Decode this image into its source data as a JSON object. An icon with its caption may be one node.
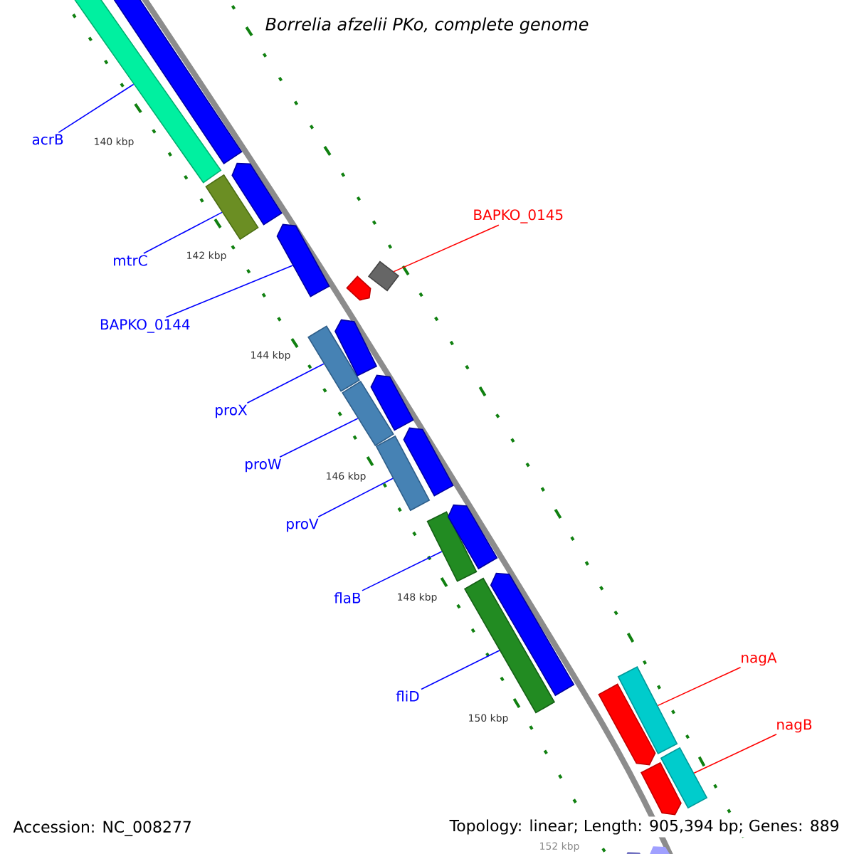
{
  "diagram": {
    "title": "Borrelia afzelii PKo, complete genome",
    "nodes": [
      {
        "text": [
          "acrB"
        ]
      },
      {
        "text": [
          "mtrC"
        ]
      },
      {
        "text": [
          "BAPKO_0144"
        ]
      },
      {
        "text": [
          "proX"
        ]
      },
      {
        "text": [
          "proW"
        ]
      },
      {
        "text": [
          "proV"
        ]
      },
      {
        "text": [
          "flaB"
        ]
      },
      {
        "text": [
          "fliD"
        ]
      },
      {
        "text": [
          "BAPKO_0145"
        ]
      },
      {
        "text": [
          "nagA"
        ]
      },
      {
        "text": [
          "nagB"
        ]
      },
      {
        "text": [],
        "shape": "bar"
      },
      {
        "text": [],
        "shape": "bar"
      },
      {
        "text": [],
        "shape": "bar"
      },
      {
        "text": [],
        "shape": "bar"
      },
      {
        "text": [],
        "shape": "bar"
      },
      {
        "text": [],
        "shape": "bar"
      },
      {
        "text": [],
        "shape": "bar"
      },
      {
        "text": [],
        "shape": "bar"
      },
      {
        "text": [],
        "shape": "bar"
      },
      {
        "text": [],
        "shape": "bar"
      },
      {
        "text": [],
        "shape": "bar"
      },
      {
        "text": [],
        "shape": "bar"
      },
      {
        "text": [],
        "shape": "bar"
      },
      {
        "text": [],
        "shape": "bar"
      },
      {
        "text": [],
        "shape": "bar"
      },
      {
        "text": [],
        "shape": "bar"
      },
      {
        "text": [],
        "shape": "bar"
      },
      {
        "text": [],
        "shape": "bar"
      },
      {
        "text": [],
        "shape": "bar"
      },
      {
        "text": [],
        "shape": "bar"
      },
      {
        "text": [],
        "shape": "bar"
      }
    ],
    "edges": [
      {
        "from": 0,
        "to": 11,
        "arrow": "none"
      },
      {
        "from": 1,
        "to": 14,
        "arrow": "none"
      },
      {
        "from": 2,
        "to": 15,
        "arrow": "none"
      },
      {
        "from": 3,
        "to": 18,
        "arrow": "none"
      },
      {
        "from": 4,
        "to": 21,
        "arrow": "none"
      },
      {
        "from": 5,
        "to": 22,
        "arrow": "none"
      },
      {
        "from": 6,
        "to": 24,
        "arrow": "none"
      },
      {
        "from": 7,
        "to": 26,
        "arrow": "none"
      },
      {
        "from": 8,
        "to": 16,
        "arrow": "none",
        "color": "#ff0000"
      },
      {
        "from": 9,
        "to": 28,
        "arrow": "none",
        "color": "#ff0000"
      },
      {
        "from": 10,
        "to": 30,
        "arrow": "none",
        "color": "#ff0000"
      }
    ],
    "labels": [
      "140 kbp",
      "142 kbp",
      "144 kbp",
      "146 kbp",
      "148 kbp",
      "150 kbp",
      "Accession: NC_008277",
      "Topology: linear; Length: 905,394 bp; Genes: 889",
      "152 kbp"
    ]
  }
}
